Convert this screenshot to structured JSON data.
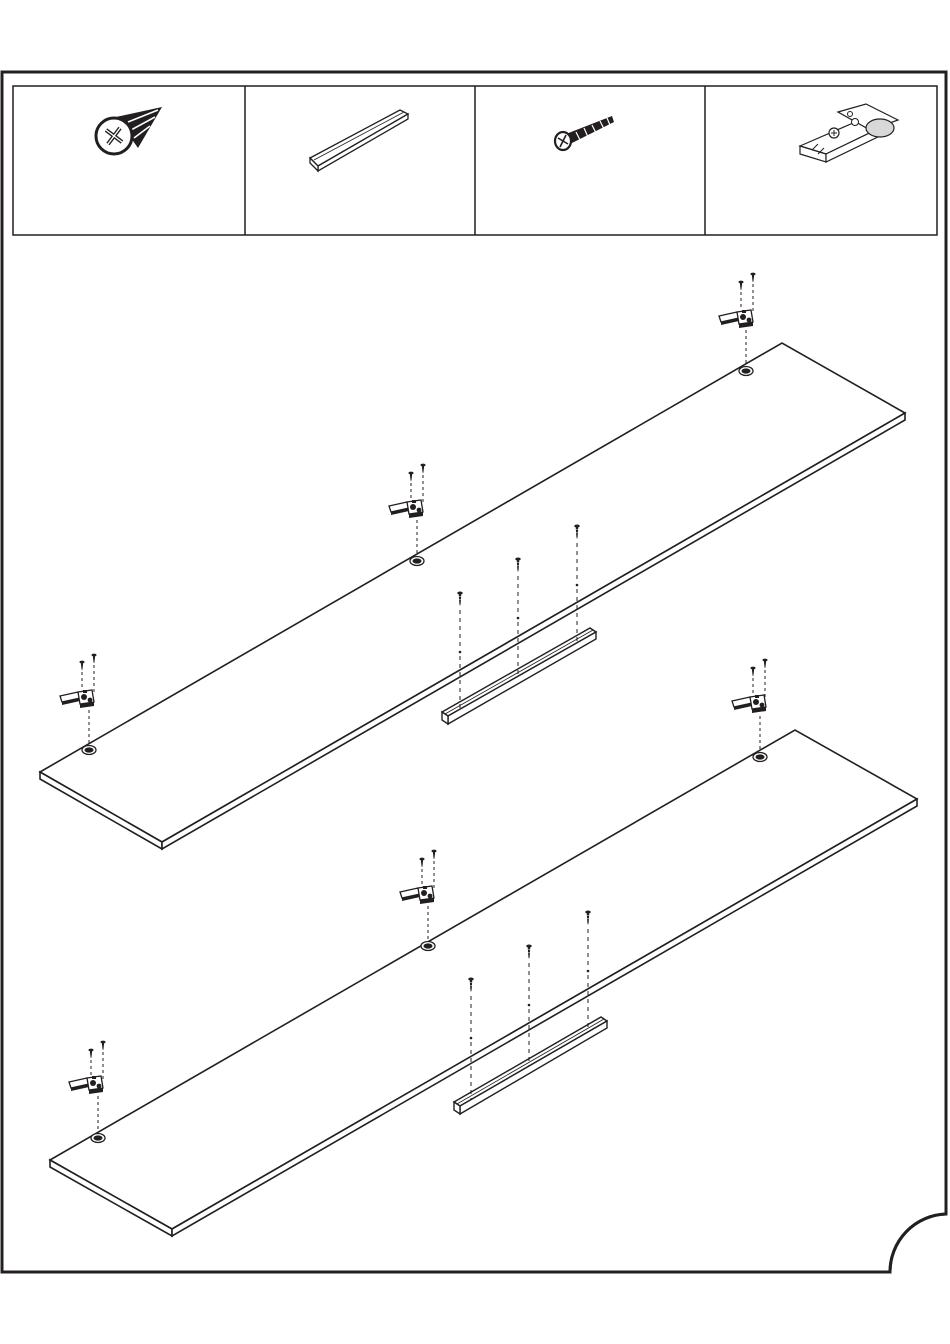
{
  "document": {
    "type": "assembly-instruction-step",
    "text_visible": false
  },
  "parts_table": {
    "cells": [
      {
        "icon": "countersunk-screw-icon",
        "part": "screw"
      },
      {
        "icon": "rail-strip-icon",
        "part": "rail"
      },
      {
        "icon": "wood-screw-icon",
        "part": "wood screw"
      },
      {
        "icon": "hinge-plate-icon",
        "part": "hinge"
      }
    ]
  },
  "assembly": {
    "panels": 2,
    "hinges_per_panel": 3,
    "rail_screws_per_panel": 3
  },
  "colors": {
    "line": "#231f20",
    "paper": "#ffffff",
    "hinge_gray": "#8a8a8a"
  }
}
